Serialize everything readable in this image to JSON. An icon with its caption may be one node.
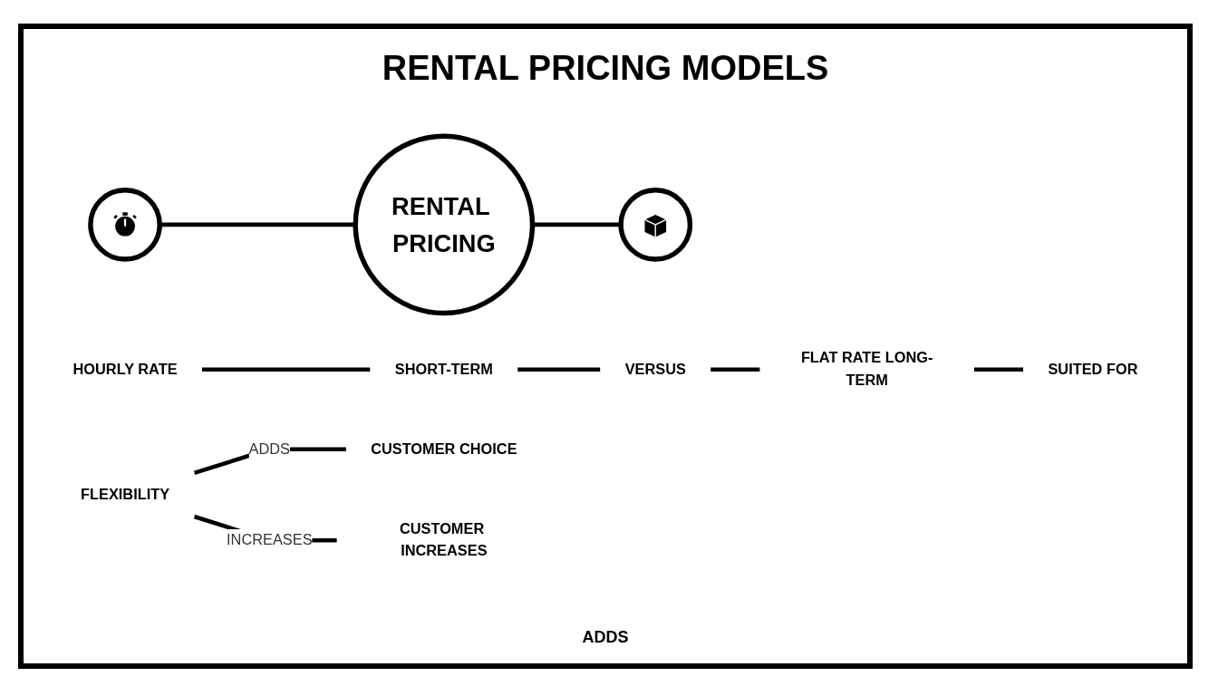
{
  "diagram": {
    "title": "RENTAL PRICING MODELS",
    "nodes": [
      {
        "text": [
          "RENTAL PRICING"
        ]
      },
      {
        "text": [],
        "shape": "circle"
      },
      {
        "text": [],
        "shape": "circle"
      },
      {
        "text": [
          "HOURLY RATE"
        ]
      },
      {
        "text": [
          "SHORT-TERM"
        ]
      },
      {
        "text": [
          "VERSUS"
        ]
      },
      {
        "text": [
          "FLAT RATE LONG-TERM"
        ]
      },
      {
        "text": [
          "SUITED FOR"
        ]
      },
      {
        "text": [
          "FLEXIBILITY"
        ]
      },
      {
        "text": [
          "CUSTOMER CHOICE"
        ]
      },
      {
        "text": [
          "CUSTOMER INCREASES"
        ]
      }
    ],
    "edges": [
      {
        "from": 1,
        "to": 0,
        "arrow": "none"
      },
      {
        "from": 0,
        "to": 2,
        "arrow": "none"
      },
      {
        "from": 3,
        "to": 4,
        "arrow": "none"
      },
      {
        "from": 4,
        "to": 5,
        "arrow": "none"
      },
      {
        "from": 5,
        "to": 6,
        "arrow": "none"
      },
      {
        "from": 6,
        "to": 7,
        "arrow": "none"
      },
      {
        "from": 8,
        "to": 9,
        "arrow": "none",
        "label": "ADDS"
      },
      {
        "from": 8,
        "to": 10,
        "arrow": "none",
        "label": "INCREASES"
      }
    ],
    "labels": [
      "ADDS"
    ]
  }
}
